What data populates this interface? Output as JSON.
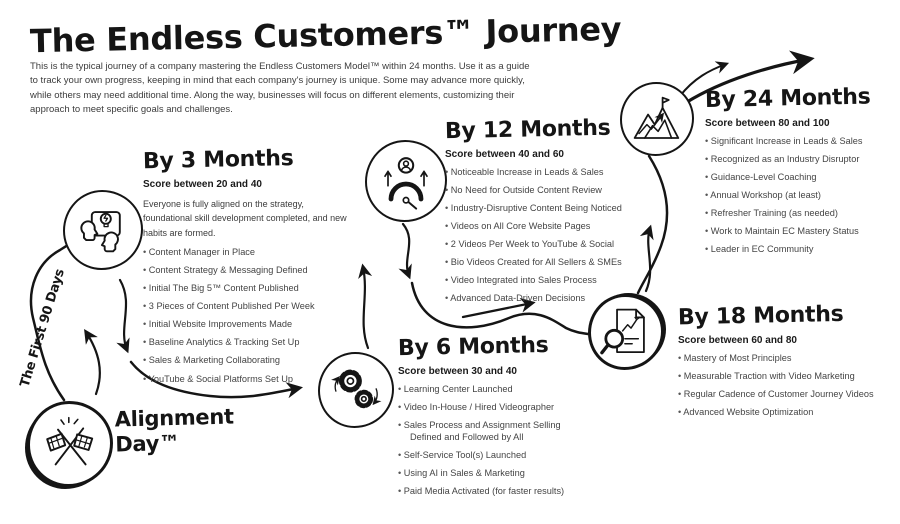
{
  "page": {
    "title": "The Endless Customers™ Journey",
    "intro": "This is the typical journey of a company mastering the Endless Customers Model™ within 24 months. Use it as a guide to track your own progress, keeping in mind that each company's journey is unique. Some may advance more quickly, while others may need additional time. Along the way, businesses will focus on different elements, customizing their approach to meet specific goals and challenges.",
    "first90_label": "The First 90 Days"
  },
  "alignment": {
    "line1": "Alignment",
    "line2": "Day™"
  },
  "icons": {
    "alignment": "crossed-flags-icon",
    "m3": "brainstorm-heads-lightbulb-icon",
    "m6": "gears-icon",
    "m12": "gauge-performance-icon",
    "m18": "document-magnifier-icon",
    "m24": "mountain-summit-flag-icon"
  },
  "colors": {
    "ink": "#151515",
    "background": "#ffffff",
    "body_text": "#3c3c3c"
  },
  "milestones": [
    {
      "title": "By 3 Months",
      "score": "Score between 20 and 40",
      "desc": "Everyone is fully aligned on the strategy, foundational skill development completed, and new habits are formed.",
      "items": [
        "Content Manager in Place",
        "Content Strategy & Messaging Defined",
        "Initial The Big 5™ Content Published",
        "3 Pieces of Content Published Per Week",
        "Initial Website Improvements Made",
        "Baseline Analytics & Tracking Set Up",
        "Sales & Marketing Collaborating",
        "YouTube & Social Platforms Set Up"
      ]
    },
    {
      "title": "By 6 Months",
      "score": "Score between 30 and 40",
      "items": [
        "Learning Center Launched",
        "Video In-House / Hired Videographer",
        "Sales Process and Assignment Selling Defined and Followed by All",
        "Self-Service Tool(s) Launched",
        "Using AI in Sales & Marketing",
        "Paid Media Activated (for faster results)"
      ]
    },
    {
      "title": "By 12 Months",
      "score": "Score between 40 and 60",
      "items": [
        "Noticeable Increase in Leads & Sales",
        "No Need for Outside Content Review",
        "Industry-Disruptive Content Being Noticed",
        "Videos on All Core Website Pages",
        "2 Videos Per Week to YouTube & Social",
        "Bio Videos Created for All Sellers & SMEs",
        "Video Integrated into Sales Process",
        "Advanced Data-Driven Decisions"
      ]
    },
    {
      "title": "By 18 Months",
      "score": "Score between 60 and 80",
      "items": [
        "Mastery of Most Principles",
        "Measurable Traction with Video Marketing",
        "Regular Cadence of Customer Journey Videos",
        "Advanced Website Optimization"
      ]
    },
    {
      "title": "By 24 Months",
      "score": "Score between 80 and 100",
      "items": [
        "Significant Increase in Leads & Sales",
        "Recognized as an Industry Disruptor",
        "Guidance-Level Coaching",
        "Annual Workshop (at least)",
        "Refresher Training (as needed)",
        "Work to Maintain EC Mastery Status",
        "Leader in EC Community"
      ]
    }
  ]
}
